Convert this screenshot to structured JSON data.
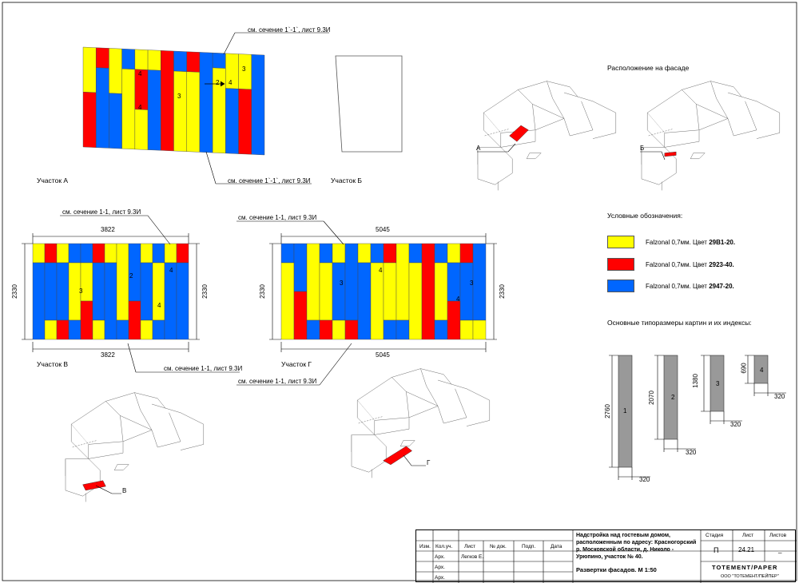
{
  "sections": {
    "a": {
      "label": "Участок А"
    },
    "b": {
      "label": "Участок Б"
    },
    "v": {
      "label": "Участок В",
      "width_dim": "3822",
      "height_dim": "2330"
    },
    "g": {
      "label": "Участок Г",
      "width_dim": "5045",
      "height_dim": "2330"
    }
  },
  "callouts": {
    "a_top": "см. сечение 1`-1`, лист 9.3И",
    "a_bottom": "см. сечение 1`-1`, лист 9.3И",
    "v_top": "см. сечение 1-1, лист 9.3И",
    "v_bottom": "см. сечение 1-1, лист 9.3И",
    "g_top": "см. сечение 1-1, лист 9.3И",
    "g_bottom": "см. сечение 1-1, лист 9.3И"
  },
  "location": {
    "title": "Расположение на фасаде",
    "markers": [
      "А",
      "Б",
      "В",
      "Г"
    ]
  },
  "legend": {
    "title": "Условные обозначения:",
    "items": [
      {
        "prefix": "Falzonal 0,7мм. Цвет ",
        "code": "29В1-20.",
        "color": "#ffff00"
      },
      {
        "prefix": "Falzonal 0,7мм. Цвет ",
        "code": "2923-40.",
        "color": "#ff0000"
      },
      {
        "prefix": "Falzonal 0,7мм. Цвет ",
        "code": "2947-20.",
        "color": "#0066ff"
      }
    ]
  },
  "panel_colors": {
    "yellow": "#ffff00",
    "red": "#ff0000",
    "blue": "#0066ff",
    "gray": "#999999"
  },
  "sizes": {
    "title": "Основные типоразмеры картин и их индексы:",
    "items": [
      {
        "index": "1",
        "height": "2760",
        "width": "320"
      },
      {
        "index": "2",
        "height": "2070",
        "width": "320"
      },
      {
        "index": "3",
        "height": "1380",
        "width": "320"
      },
      {
        "index": "4",
        "height": "690",
        "width": "320"
      }
    ]
  },
  "panel_indices": {
    "a": [
      "4",
      "4",
      "3",
      "2",
      "4",
      "3"
    ],
    "v": [
      "3",
      "2",
      "4",
      "4"
    ],
    "g": [
      "3",
      "4",
      "3",
      "4"
    ]
  },
  "title_block": {
    "headers": [
      "Изм.",
      "Кол.уч.",
      "Лист",
      "№ док.",
      "Подп.",
      "Дата"
    ],
    "rows": [
      {
        "role": "Арх.",
        "name": "Легков Е."
      },
      {
        "role": "Арх.",
        "name": ""
      },
      {
        "role": "Арх.",
        "name": ""
      }
    ],
    "project": "Надстройка над гостевым домом, расположенным по адресу: Красногорский р. Московской области, д. Николо - Урюпино, участок № 40.",
    "sheet_title": "Развертки фасадов.   М 1:50",
    "stage_label": "Стадия",
    "sheet_label": "Лист",
    "sheets_label": "Листов",
    "stage": "П",
    "sheet": "24.21",
    "sheets": "_",
    "company": "TOTEMENT/PAPER",
    "company_sub": "ООО \"ТОТЕМЕНТ/ПЕЙПЕР\""
  }
}
